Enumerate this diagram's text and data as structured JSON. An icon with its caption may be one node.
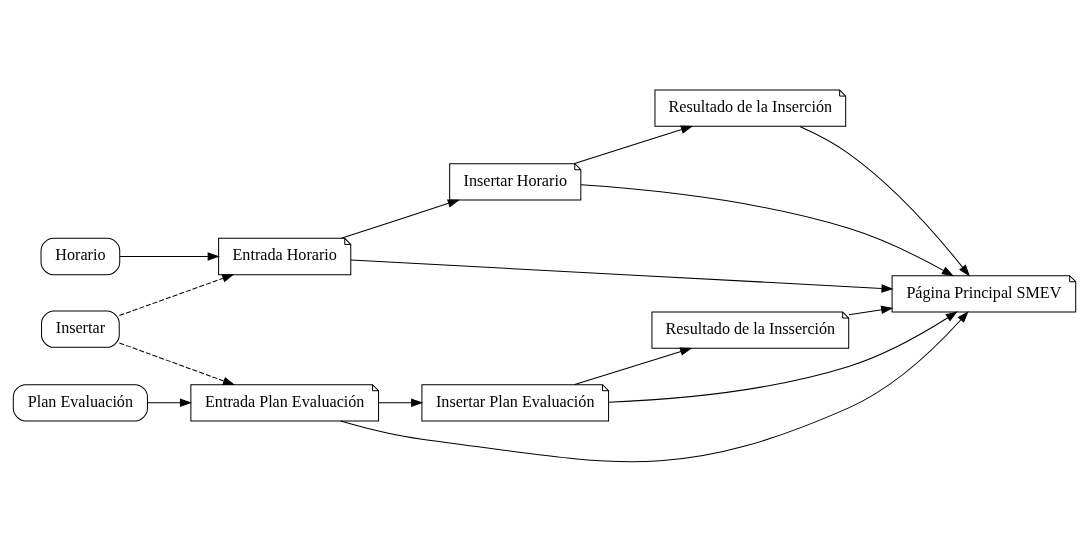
{
  "diagram": {
    "nodes": [
      {
        "text": [
          "Insertar"
        ]
      },
      {
        "text": [
          "Horario"
        ]
      },
      {
        "text": [
          "Plan Evaluación"
        ]
      },
      {
        "text": [
          "Entrada Horario"
        ]
      },
      {
        "text": [
          "Insertar Horario"
        ]
      },
      {
        "text": [
          "Resultado de la Inserción"
        ]
      },
      {
        "text": [
          "Entrada Plan Evaluación"
        ]
      },
      {
        "text": [
          "Insertar Plan Evaluación"
        ]
      },
      {
        "text": [
          "Resultado de la Insserción"
        ]
      },
      {
        "text": [
          "Página Principal SMEV"
        ]
      }
    ],
    "edges": [
      {
        "from": 0,
        "to": 3,
        "arrow": "to",
        "style": "dashed"
      },
      {
        "from": 0,
        "to": 6,
        "arrow": "to",
        "style": "dashed"
      },
      {
        "from": 1,
        "to": 3,
        "arrow": "to"
      },
      {
        "from": 2,
        "to": 6,
        "arrow": "to"
      },
      {
        "from": 3,
        "to": 4,
        "arrow": "to"
      },
      {
        "from": 4,
        "to": 5,
        "arrow": "to"
      },
      {
        "from": 6,
        "to": 7,
        "arrow": "to"
      },
      {
        "from": 7,
        "to": 8,
        "arrow": "to"
      },
      {
        "from": 3,
        "to": 9,
        "arrow": "to"
      },
      {
        "from": 4,
        "to": 9,
        "arrow": "to"
      },
      {
        "from": 5,
        "to": 9,
        "arrow": "to"
      },
      {
        "from": 6,
        "to": 9,
        "arrow": "to"
      },
      {
        "from": 7,
        "to": 9,
        "arrow": "to"
      },
      {
        "from": 8,
        "to": 9,
        "arrow": "to"
      }
    ]
  }
}
